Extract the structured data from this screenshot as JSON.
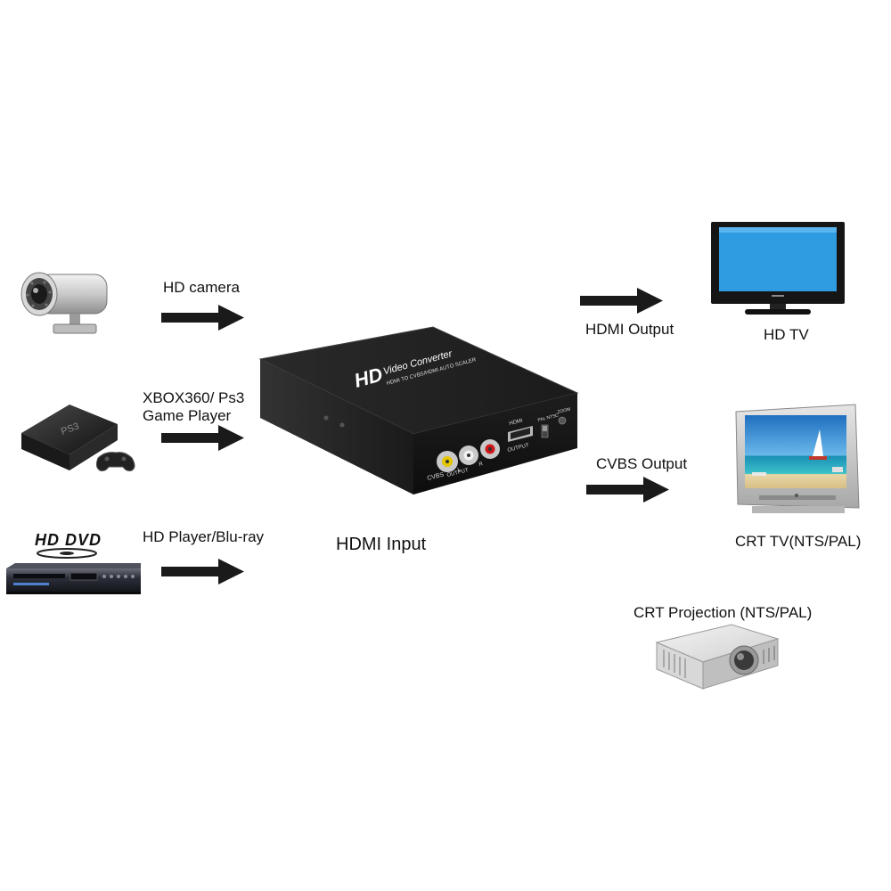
{
  "inputs": [
    {
      "label": "HD camera",
      "icon": "cctv-camera-icon"
    },
    {
      "label_line1": "XBOX360/ Ps3",
      "label_line2": "Game Player",
      "icon": "game-console-icon"
    },
    {
      "label": "HD Player/Blu-ray",
      "icon": "dvd-player-icon",
      "logo_text": "HD DVD"
    }
  ],
  "center": {
    "label": "HDMI Input",
    "device": {
      "brand": "HD",
      "title": "Video Converter",
      "subtitle": "HDMI TO CVBS/HDMI AUTO SCALER",
      "port_labels": [
        "CVBS",
        "L",
        "R",
        "OUTPUT",
        "HDMI",
        "OUTPUT",
        "PAL",
        "NTSC",
        "ZOOM"
      ]
    }
  },
  "outputs": [
    {
      "arrow_label": "HDMI Output",
      "device_label": "HD TV",
      "icon": "flat-tv-icon"
    },
    {
      "arrow_label": "CVBS Output",
      "device_label": "CRT TV(NTS/PAL)",
      "icon": "crt-tv-icon"
    },
    {
      "device_label": "CRT Projection (NTS/PAL)",
      "icon": "projector-icon"
    }
  ],
  "colors": {
    "arrow": "#1a1a1a",
    "device_body": "#1c1c1c",
    "tv_screen": "#2f9be0"
  }
}
